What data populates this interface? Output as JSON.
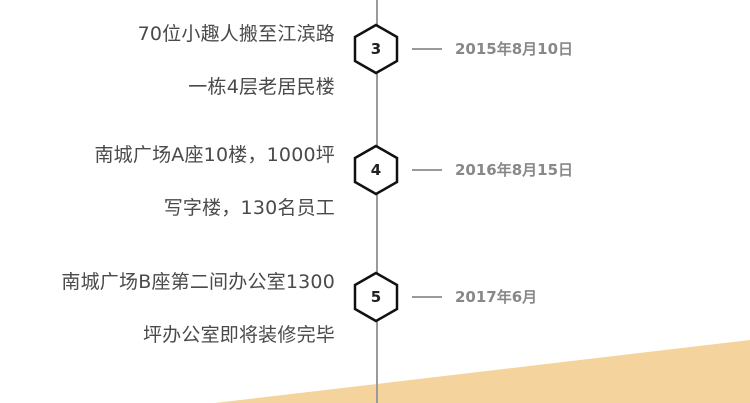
{
  "colors": {
    "line": "#9a9a9a",
    "text": "#4a4a4a",
    "date": "#888888",
    "accent": "#f4d49c"
  },
  "milestones": [
    {
      "number": "3",
      "line1": "70位小趣人搬至江滨路",
      "line2": "一栋4层老居民楼",
      "date": "2015年8月10日"
    },
    {
      "number": "4",
      "line1": "南城广场A座10楼，1000坪",
      "line2": "写字楼，130名员工",
      "date": "2016年8月15日"
    },
    {
      "number": "5",
      "line1": "南城广场B座第二间办公室1300",
      "line2": "坪办公室即将装修完毕",
      "date": "2017年6月"
    }
  ]
}
